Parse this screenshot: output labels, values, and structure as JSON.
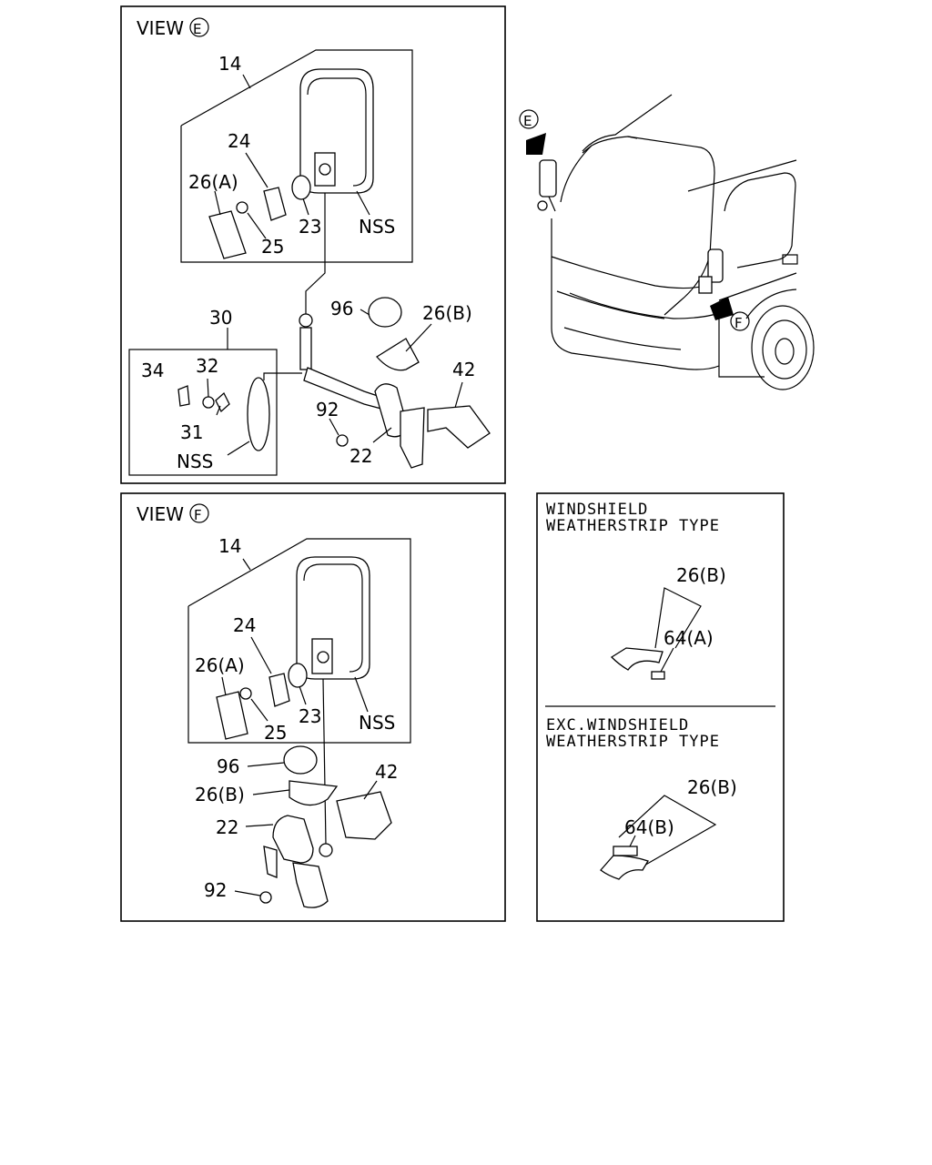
{
  "view_e": {
    "title_prefix": "VIEW",
    "title_letter": "E",
    "labels": {
      "p14": "14",
      "p24": "24",
      "p26a": "26(A)",
      "p25": "25",
      "p23": "23",
      "nss1": "NSS",
      "p30": "30",
      "p96": "96",
      "p26b": "26(B)",
      "p34": "34",
      "p32": "32",
      "p42": "42",
      "p31": "31",
      "p92": "92",
      "p22": "22",
      "nss2": "NSS"
    }
  },
  "view_f": {
    "title_prefix": "VIEW",
    "title_letter": "F",
    "labels": {
      "p14": "14",
      "p24": "24",
      "p26a": "26(A)",
      "p25": "25",
      "p23": "23",
      "nss": "NSS",
      "p96": "96",
      "p26b": "26(B)",
      "p42": "42",
      "p22": "22",
      "p92": "92"
    }
  },
  "truck": {
    "arrow_e": "E",
    "arrow_f": "F"
  },
  "weatherstrip": {
    "top_title_line1": "WINDSHIELD",
    "top_title_line2": "WEATHERSTRIP TYPE",
    "top_p26b": "26(B)",
    "top_p64a": "64(A)",
    "bottom_title_line1": "EXC.WINDSHIELD",
    "bottom_title_line2": "WEATHERSTRIP TYPE",
    "bottom_p26b": "26(B)",
    "bottom_p64b": "64(B)"
  }
}
